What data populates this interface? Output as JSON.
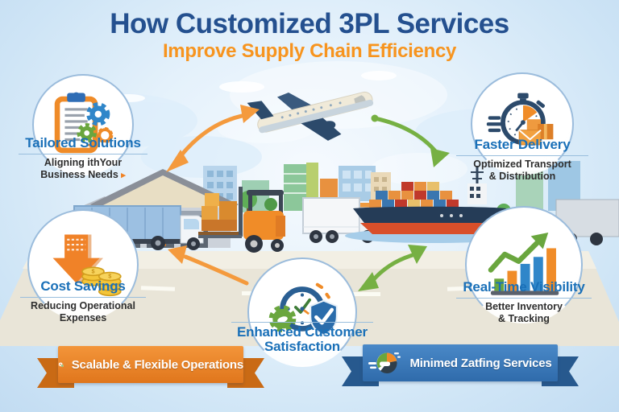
{
  "title": {
    "line1": "How Customized 3PL Services",
    "line2": "Improve Supply Chain Efficiency"
  },
  "features": {
    "tailored": {
      "label": "Tailored Solutions",
      "desc_line1": "Aligning ithYour",
      "desc_line2": "Business Needs",
      "pointer": "▸",
      "icon": "clipboard-gears-icon"
    },
    "faster": {
      "label": "Faster Delivery",
      "desc_line1": "Optimized Transport",
      "desc_line2": "& Distribution",
      "icon": "stopwatch-parcels-icon"
    },
    "cost": {
      "label": "Cost Savings",
      "desc_line1": "Reducing Operational",
      "desc_line2": "Expenses",
      "icon": "down-arrow-coins-icon"
    },
    "visibility": {
      "label": "Real-Time Visibility",
      "desc_line1": "Better Inventory",
      "desc_line2": "& Tracking",
      "icon": "bar-chart-growth-icon"
    },
    "customer": {
      "label_line1": "Enhanced Customer",
      "label_line2": "Satisfaction",
      "icon": "clock-gear-shield-icon"
    }
  },
  "banners": {
    "left": {
      "label": "Scalable & Flexible Operations",
      "icon": "gear-check-icon",
      "color": "#ee8325"
    },
    "right": {
      "label": "Minimed Zatfing Services",
      "icon": "globe-express-icon",
      "color": "#3d7fc0"
    }
  },
  "scene": {
    "elements": [
      "world-map",
      "airplane",
      "warehouse",
      "blue-truck",
      "forklift-with-cargo",
      "white-truck",
      "cargo-ship-with-containers",
      "port-container-stacks",
      "city-buildings",
      "road"
    ],
    "arrow_colors": {
      "orange": "#f49a3d",
      "green": "#76b043"
    }
  },
  "colors": {
    "title_blue": "#24508f",
    "title_orange": "#f7941e",
    "label_blue": "#1a70b8",
    "desc_text": "#2e2e2e",
    "background": "#d9eaf8"
  }
}
